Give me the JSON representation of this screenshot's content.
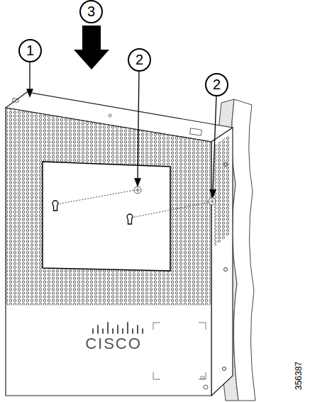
{
  "diagram": {
    "nodes": [
      {
        "text": [
          "1"
        ]
      },
      {
        "text": [
          "3"
        ]
      },
      {
        "text": [
          "2"
        ]
      },
      {
        "text": [
          "2"
        ]
      }
    ],
    "labels": [
      "CISCO",
      "356387"
    ]
  }
}
